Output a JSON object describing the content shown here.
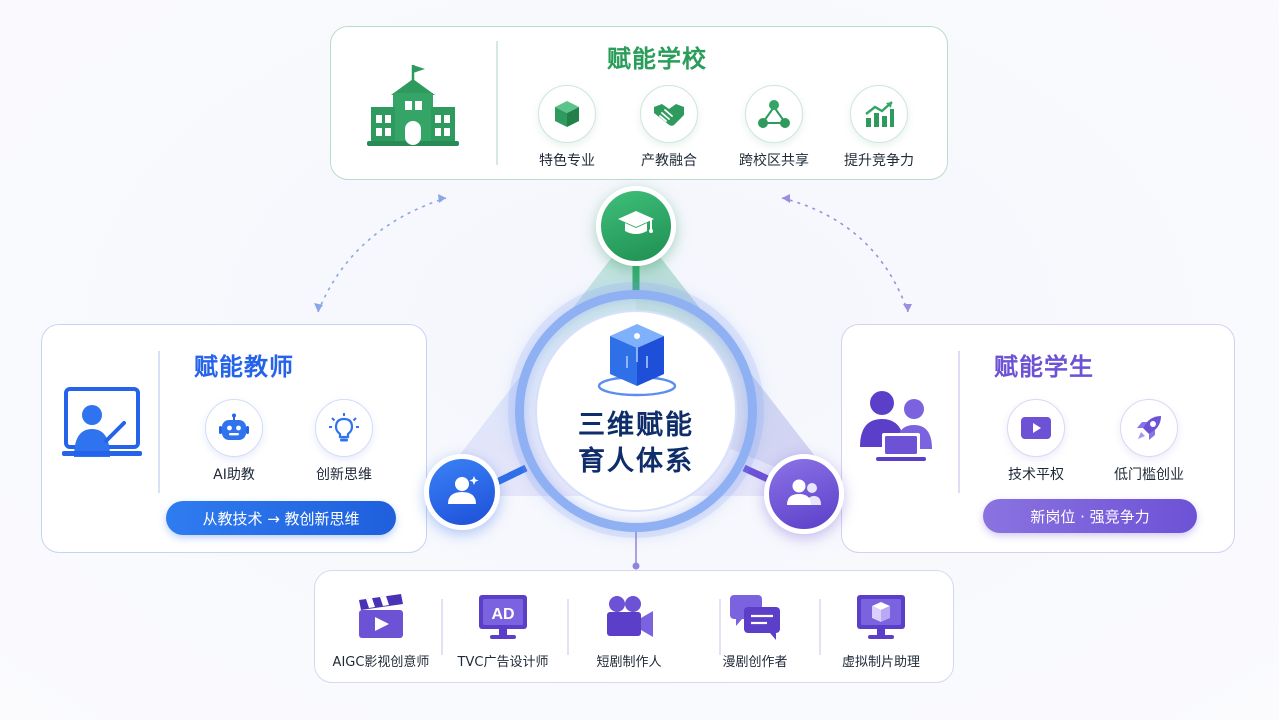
{
  "center": {
    "title_line1": "三维赋能",
    "title_line2": "育人体系",
    "icon": "cube-icon"
  },
  "school": {
    "title": "赋能学校",
    "main_icon": "school-building-icon",
    "node_icon": "graduation-cap-icon",
    "color": "#2a9d5a",
    "features": [
      {
        "label": "特色专业",
        "icon": "cube-icon"
      },
      {
        "label": "产教融合",
        "icon": "handshake-icon"
      },
      {
        "label": "跨校区共享",
        "icon": "network-icon"
      },
      {
        "label": "提升竞争力",
        "icon": "growth-chart-icon"
      }
    ]
  },
  "teacher": {
    "title": "赋能教师",
    "main_icon": "teacher-board-icon",
    "node_icon": "user-sparkle-icon",
    "color": "#2563eb",
    "features": [
      {
        "label": "AI助教",
        "icon": "robot-icon"
      },
      {
        "label": "创新思维",
        "icon": "lightbulb-icon"
      }
    ],
    "pill": "从教技术 → 教创新思维"
  },
  "student": {
    "title": "赋能学生",
    "main_icon": "students-laptop-icon",
    "node_icon": "users-icon",
    "color": "#6d52d6",
    "features": [
      {
        "label": "技术平权",
        "icon": "play-video-icon"
      },
      {
        "label": "低门槛创业",
        "icon": "rocket-icon"
      }
    ],
    "pill": "新岗位 · 强竞争力"
  },
  "jobs": [
    {
      "label": "AIGC影视创意师",
      "icon": "clapperboard-icon"
    },
    {
      "label": "TVC广告设计师",
      "icon": "ad-monitor-icon",
      "badge": "AD"
    },
    {
      "label": "短剧制作人",
      "icon": "video-camera-icon"
    },
    {
      "label": "漫剧创作者",
      "icon": "chat-bubbles-icon"
    },
    {
      "label": "虚拟制片助理",
      "icon": "monitor-cube-icon"
    }
  ]
}
